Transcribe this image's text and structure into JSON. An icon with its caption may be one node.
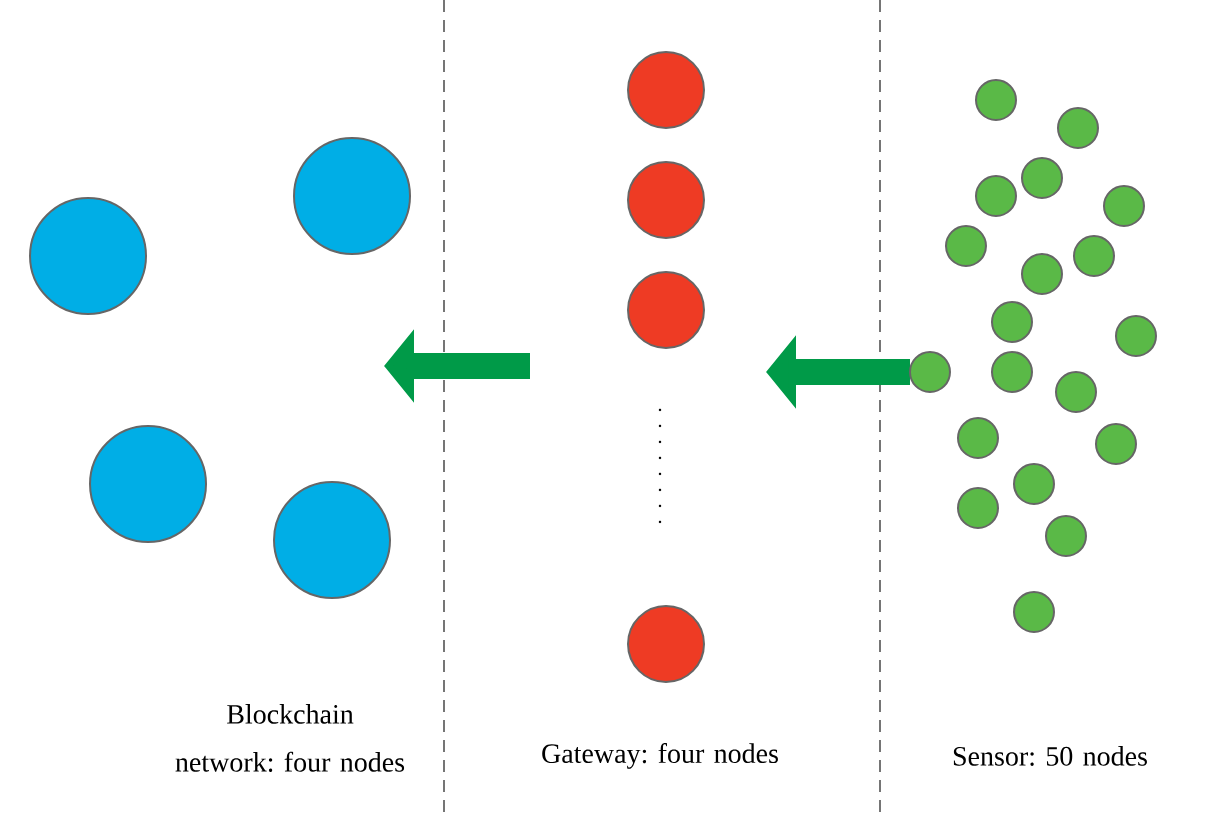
{
  "diagram": {
    "nodes": [
      {
        "text": [],
        "shape": "circle"
      },
      {
        "text": [],
        "shape": "circle"
      },
      {
        "text": [],
        "shape": "circle"
      },
      {
        "text": [],
        "shape": "circle"
      },
      {
        "text": [],
        "shape": "circle"
      },
      {
        "text": [],
        "shape": "circle"
      },
      {
        "text": [],
        "shape": "circle"
      },
      {
        "text": [],
        "shape": "circle"
      },
      {
        "text": [],
        "shape": "circle"
      },
      {
        "text": [],
        "shape": "circle"
      },
      {
        "text": [],
        "shape": "circle"
      },
      {
        "text": [],
        "shape": "circle"
      },
      {
        "text": [],
        "shape": "circle"
      },
      {
        "text": [],
        "shape": "circle"
      },
      {
        "text": [],
        "shape": "circle"
      },
      {
        "text": [],
        "shape": "circle"
      },
      {
        "text": [],
        "shape": "circle"
      },
      {
        "text": [],
        "shape": "circle"
      },
      {
        "text": [],
        "shape": "circle"
      },
      {
        "text": [],
        "shape": "circle"
      },
      {
        "text": [],
        "shape": "circle"
      },
      {
        "text": [],
        "shape": "circle"
      },
      {
        "text": [],
        "shape": "circle"
      },
      {
        "text": [],
        "shape": "circle"
      },
      {
        "text": [],
        "shape": "circle"
      },
      {
        "text": [],
        "shape": "circle"
      },
      {
        "text": [],
        "shape": "circle"
      }
    ],
    "labels": [
      "Blockchain network: four nodes",
      "Gateway: four nodes",
      "Sensor: 50 nodes"
    ]
  }
}
